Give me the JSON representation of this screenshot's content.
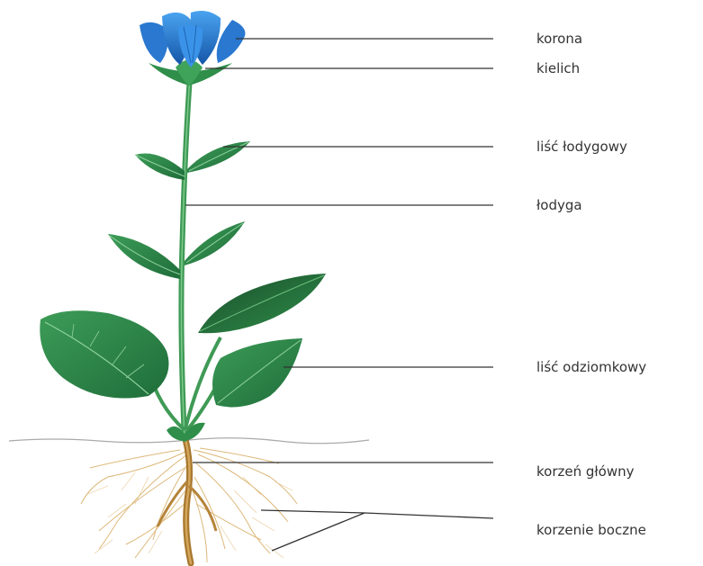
{
  "labels": {
    "korona": "korona",
    "kielich": "kielich",
    "lisc_lodygowy": "liść łodygowy",
    "lodyga": "łodyga",
    "lisc_odziomkowy": "liść odziomkowy",
    "korzen_glowny": "korzeń główny",
    "korzenie_boczne": "korzenie boczne"
  },
  "colors": {
    "petal_dark": "#1b5fb8",
    "petal_light": "#3a8fe0",
    "leaf": "#2f8f4a",
    "leaf_dark": "#1f5e33",
    "stem": "#4aa05c",
    "root": "#b8863f",
    "root_light": "#e0b878",
    "soil_line": "#999999"
  }
}
